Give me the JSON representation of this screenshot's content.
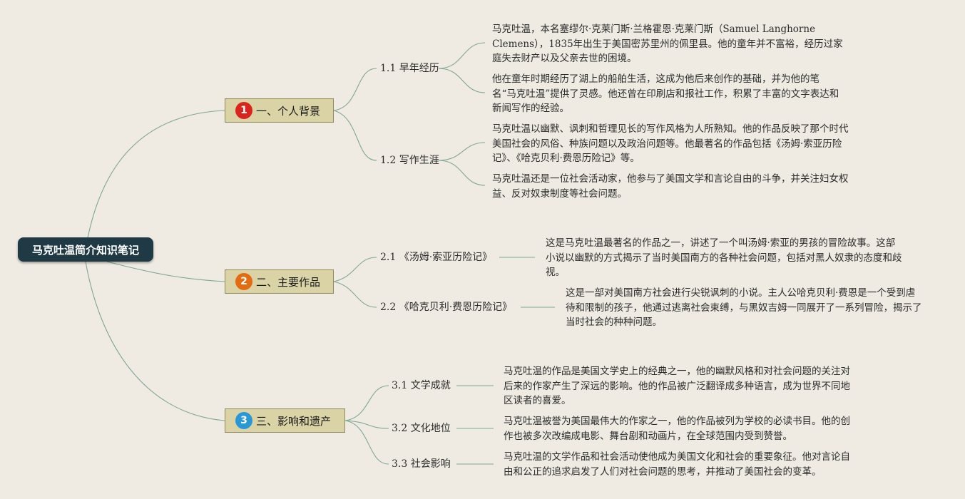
{
  "root": {
    "title": "马克吐温简介知识笔记"
  },
  "topics": [
    {
      "number": "1",
      "label": "一、个人背景",
      "badge_color": "#d9251d",
      "subtopics": [
        {
          "label": "1.1 早年经历",
          "notes": [
            "马克吐温，本名塞缪尔·克莱门斯·兰格霍恩·克莱门斯（Samuel Langhorne Clemens），1835年出生于美国密苏里州的佩里县。他的童年并不富裕，经历过家庭失去财产以及父亲去世的困境。",
            "他在童年时期经历了湖上的船舶生活，这成为他后来创作的基础，并为他的笔名“马克吐温”提供了灵感。他还曾在印刷店和报社工作，积累了丰富的文字表达和新闻写作的经验。"
          ]
        },
        {
          "label": "1.2 写作生涯",
          "notes": [
            "马克吐温以幽默、讽刺和哲理见长的写作风格为人所熟知。他的作品反映了那个时代美国社会的风俗、种族问题以及政治问题等。他最著名的作品包括《汤姆·索亚历险记》、《哈克贝利·费恩历险记》等。",
            "马克吐温还是一位社会活动家，他参与了美国文学和言论自由的斗争，并关注妇女权益、反对奴隶制度等社会问题。"
          ]
        }
      ]
    },
    {
      "number": "2",
      "label": "二、主要作品",
      "badge_color": "#e36b12",
      "subtopics": [
        {
          "label": "2.1 《汤姆·索亚历险记》",
          "notes": [
            "这是马克吐温最著名的作品之一，讲述了一个叫汤姆·索亚的男孩的冒险故事。这部小说以幽默的方式揭示了当时美国南方的各种社会问题，包括对黑人奴隶的态度和歧视。"
          ]
        },
        {
          "label": "2.2 《哈克贝利·费恩历险记》",
          "notes": [
            "这是一部对美国南方社会进行尖锐讽刺的小说。主人公哈克贝利·费恩是一个受到虐待和限制的孩子，他通过逃离社会束缚，与黑奴吉姆一同展开了一系列冒险，揭示了当时社会的种种问题。"
          ]
        }
      ]
    },
    {
      "number": "3",
      "label": "三、影响和遗产",
      "badge_color": "#2a97d6",
      "subtopics": [
        {
          "label": "3.1 文学成就",
          "notes": [
            "马克吐温的作品是美国文学史上的经典之一，他的幽默风格和对社会问题的关注对后来的作家产生了深远的影响。他的作品被广泛翻译成多种语言，成为世界不同地区读者的喜爱。"
          ]
        },
        {
          "label": "3.2 文化地位",
          "notes": [
            "马克吐温被誉为美国最伟大的作家之一，他的作品被列为学校的必读书目。他的创作也被多次改编成电影、舞台剧和动画片，在全球范围内受到赞誉。"
          ]
        },
        {
          "label": "3.3 社会影响",
          "notes": [
            "马克吐温的文学作品和社会活动使他成为美国文化和社会的重要象征。他对言论自由和公正的追求启发了人们对社会问题的思考，并推动了美国社会的变革。"
          ]
        }
      ]
    }
  ]
}
